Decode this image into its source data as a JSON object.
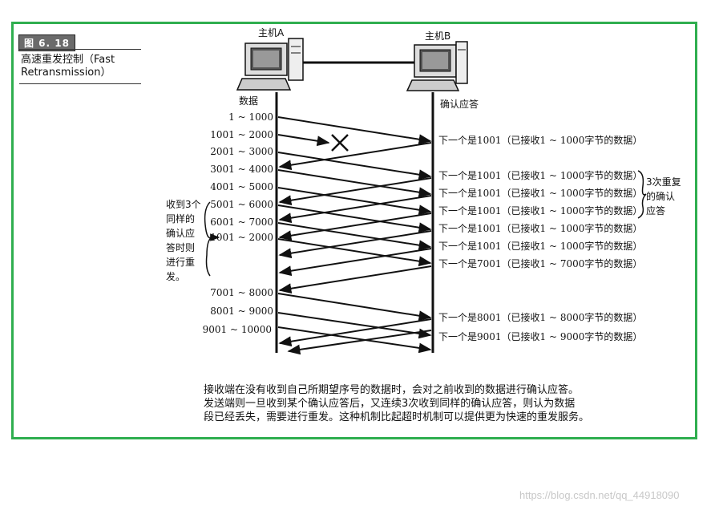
{
  "figure": {
    "badge": "图 6. 18",
    "title": "高速重发控制（Fast Retransmission）"
  },
  "hosts": {
    "a_label": "主机A",
    "b_label": "主机B"
  },
  "columns": {
    "sender_header": "数据",
    "receiver_header": "确认应答"
  },
  "segments": [
    "1 ~ 1000",
    "1001 ~ 2000",
    "2001 ~ 3000",
    "3001 ~ 4000",
    "4001 ~ 5000",
    "5001 ~ 6000",
    "6001 ~ 7000",
    "1001 ~ 2000",
    "7001 ~ 8000",
    "8001 ~ 9000",
    "9001 ~ 10000"
  ],
  "acks": [
    "下一个是1001（已接收1 ~ 1000字节的数据）",
    "下一个是1001（已接收1 ~ 1000字节的数据）",
    "下一个是1001（已接收1 ~ 1000字节的数据）",
    "下一个是1001（已接收1 ~ 1000字节的数据）",
    "下一个是1001（已接收1 ~ 1000字节的数据）",
    "下一个是1001（已接收1 ~ 1000字节的数据）",
    "下一个是7001（已接收1 ~ 7000字节的数据）",
    "下一个是8001（已接收1 ~ 8000字节的数据）",
    "下一个是9001（已接收1 ~ 9000字节的数据）"
  ],
  "left_note": [
    "收到3个",
    "同样的",
    "确认应",
    "答时则",
    "进行重",
    "发。"
  ],
  "right_note": [
    "3次重复",
    "的确认",
    "应答"
  ],
  "caption": [
    "接收端在没有收到自己所期望序号的数据时，会对之前收到的数据进行确认应答。",
    "发送端则一旦收到某个确认应答后，又连续3次收到同样的确认应答，则认为数据",
    "段已经丢失，需要进行重发。这种机制比起超时机制可以提供更为快速的重发服务。"
  ],
  "watermark": "https://blog.csdn.net/qq_44918090"
}
